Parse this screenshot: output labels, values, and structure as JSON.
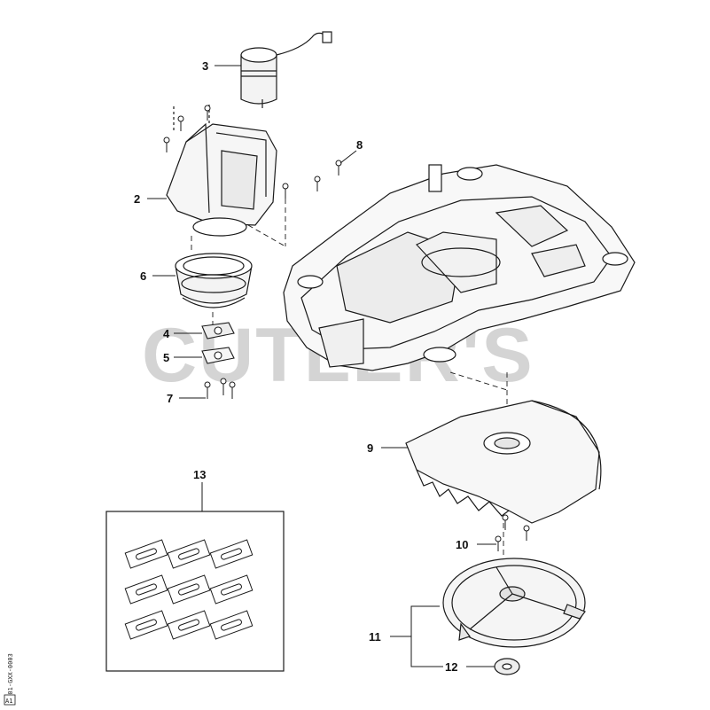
{
  "watermark": "CUTLER'S",
  "side_code": "5001-GXX-0003",
  "side_badge": "A1",
  "callouts": {
    "c1": "2",
    "c2": "3",
    "c3": "4",
    "c4": "5",
    "c5": "6",
    "c6": "7",
    "c7": "8",
    "c8": "9",
    "c9": "10",
    "c10": "11",
    "c11": "12",
    "c12": "13"
  },
  "colors": {
    "line": "#1a1a1a",
    "watermark": "#d4d4d4",
    "shade": "#e9e9e9"
  }
}
